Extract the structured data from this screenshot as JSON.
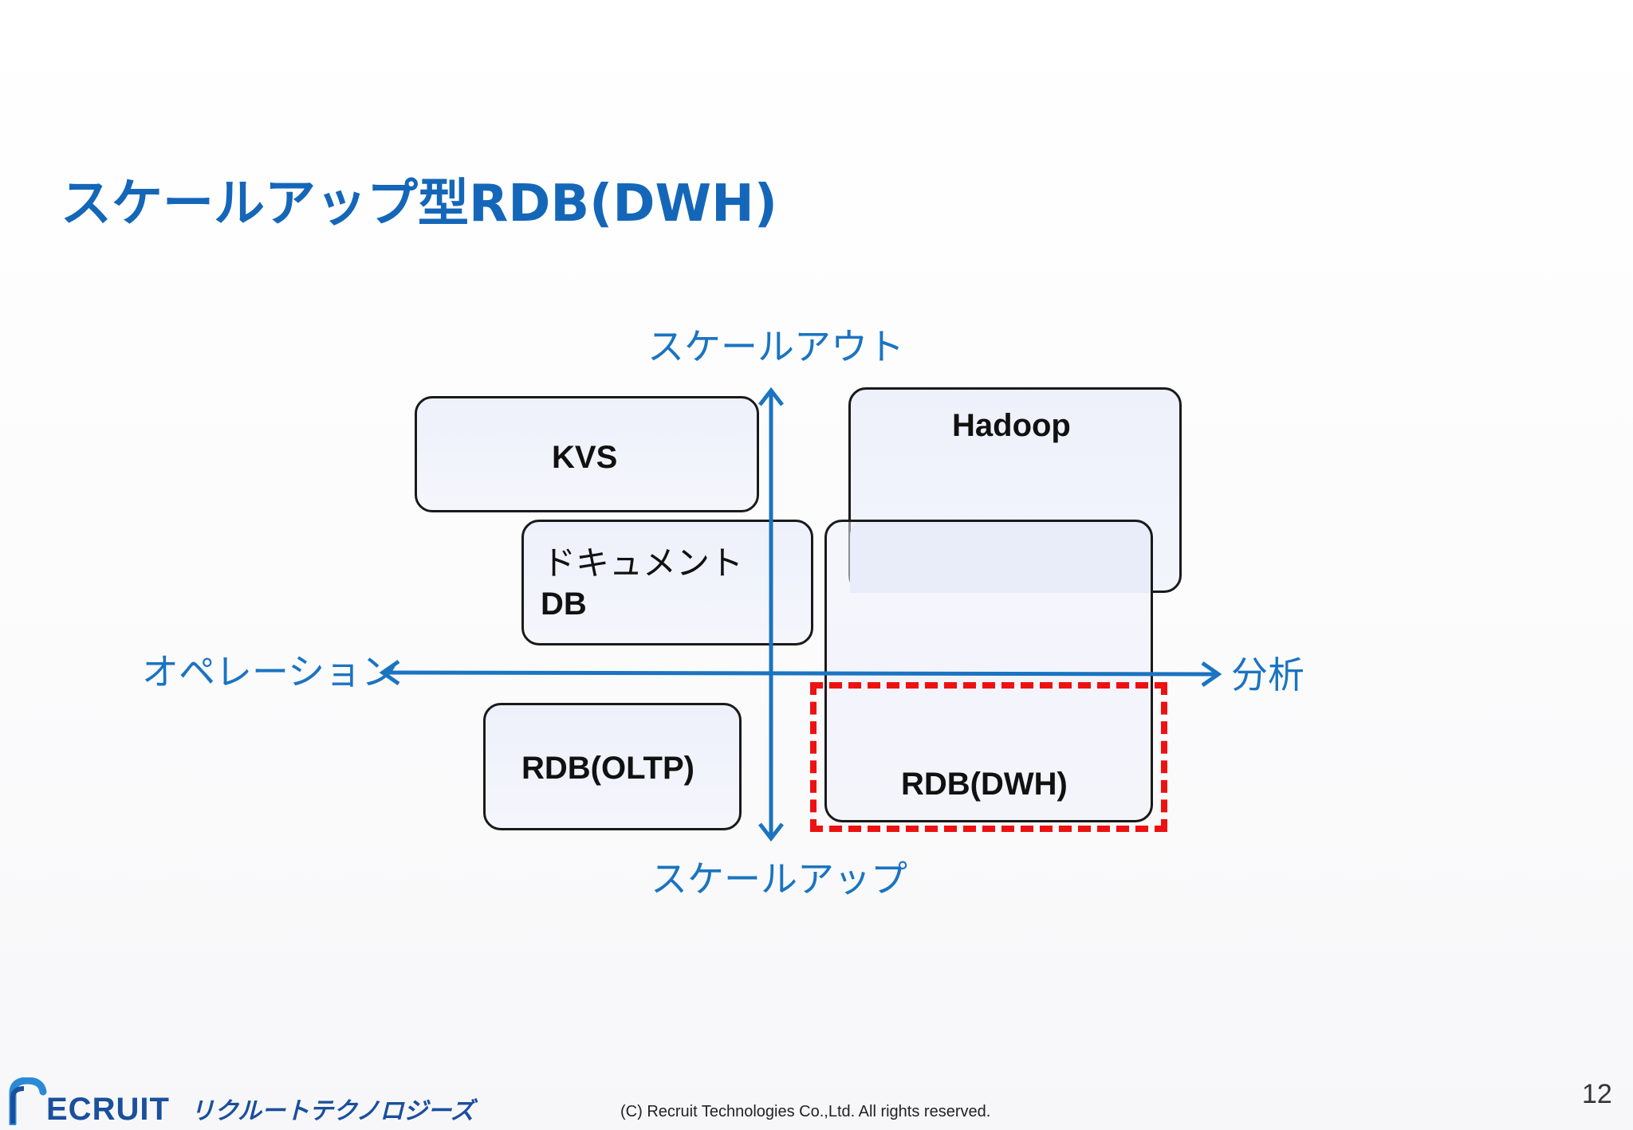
{
  "slide": {
    "title": "スケールアップ型RDB(DWH)",
    "page_number": "12"
  },
  "axes": {
    "top": "スケールアウト",
    "bottom": "スケールアップ",
    "left": "オペレーション",
    "right": "分析",
    "color": "#1a74c1"
  },
  "boxes": {
    "kvs": "KVS",
    "document_line1": "ドキュメント",
    "document_line2": "DB",
    "oltp": "RDB(OLTP)",
    "hadoop": "Hadoop",
    "dwh": "RDB(DWH)"
  },
  "highlight": {
    "color": "#ee1111"
  },
  "footer": {
    "logo_text": "ECRUIT",
    "logo_sub": "リクルートテクノロジーズ",
    "copyright": "(C) Recruit Technologies Co.,Ltd. All rights reserved."
  }
}
